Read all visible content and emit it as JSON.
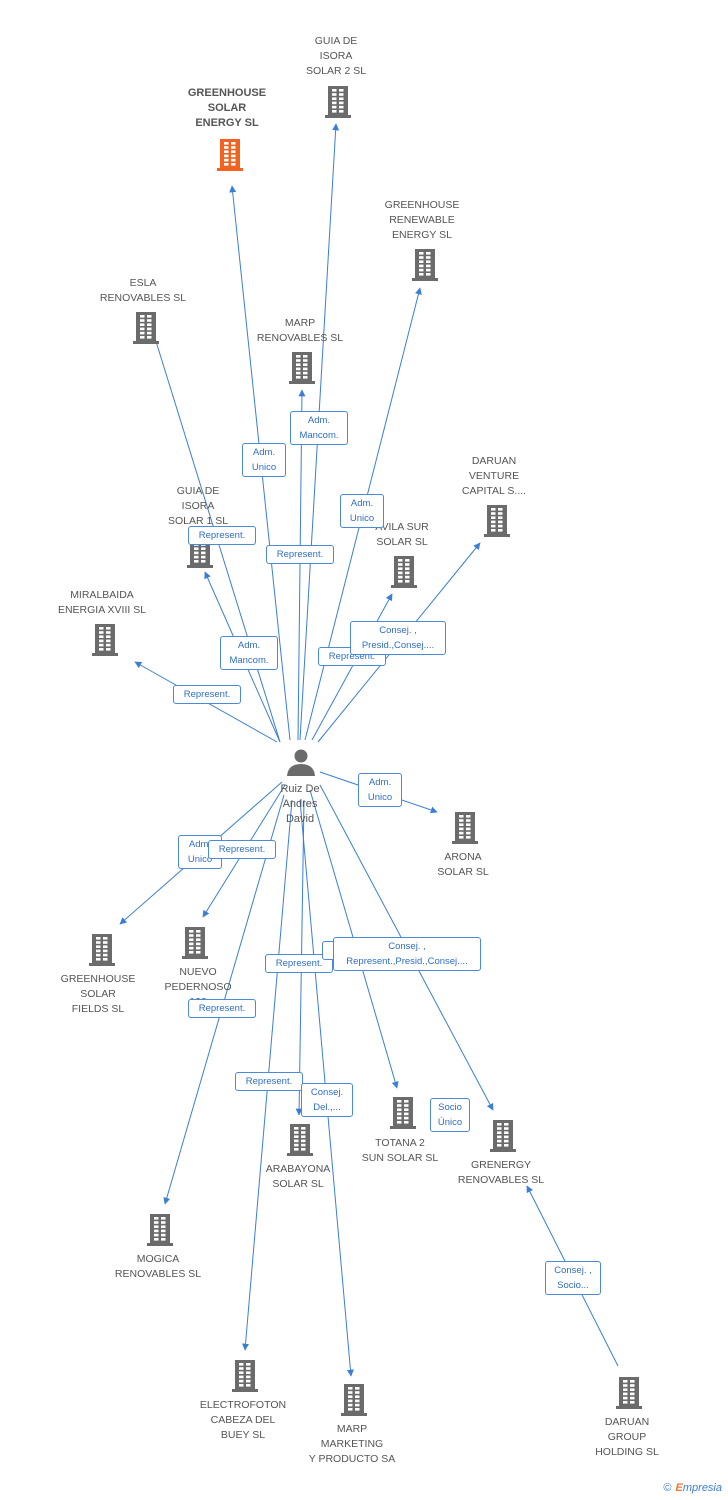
{
  "person": {
    "label": "Ruiz De\nAndres\nDavid"
  },
  "colors": {
    "edge": "#3a7fd5",
    "building": "#6b6b6b",
    "highlight": "#f26322"
  },
  "nodes": [
    {
      "id": "guia2",
      "label": "GUIA DE\nISORA\nSOLAR 2 SL",
      "icon": "building-icon"
    },
    {
      "id": "greenhouse_solar",
      "label": "GREENHOUSE\nSOLAR\nENERGY SL",
      "icon": "building-icon",
      "highlight": true
    },
    {
      "id": "greenhouse_renew",
      "label": "GREENHOUSE\nRENEWABLE\nENERGY SL",
      "icon": "building-icon"
    },
    {
      "id": "esla",
      "label": "ESLA\nRENOVABLES SL",
      "icon": "building-icon"
    },
    {
      "id": "marp_renov",
      "label": "MARP\nRENOVABLES SL",
      "icon": "building-icon"
    },
    {
      "id": "daruan_venture",
      "label": "DARUAN\nVENTURE\nCAPITAL S....",
      "icon": "building-icon"
    },
    {
      "id": "guia1",
      "label": "GUIA DE\nISORA\nSOLAR 1 SL",
      "icon": "building-icon"
    },
    {
      "id": "avila",
      "label": "AVILA SUR\nSOLAR SL",
      "icon": "building-icon"
    },
    {
      "id": "miralbaida",
      "label": "MIRALBAIDA\nENERGIA XVIII SL",
      "icon": "building-icon"
    },
    {
      "id": "arona",
      "label": "ARONA\nSOLAR SL",
      "icon": "building-icon"
    },
    {
      "id": "greenhouse_fields",
      "label": "GREENHOUSE\nSOLAR\nFIELDS SL",
      "icon": "building-icon"
    },
    {
      "id": "nuevo",
      "label": "NUEVO\nPEDERNOSO\n100",
      "icon": "building-icon"
    },
    {
      "id": "totana",
      "label": "TOTANA 2\nSUN SOLAR SL",
      "icon": "building-icon"
    },
    {
      "id": "grenergy",
      "label": "GRENERGY\nRENOVABLES SL",
      "icon": "building-icon"
    },
    {
      "id": "arabayona",
      "label": "ARABAYONA\nSOLAR SL",
      "icon": "building-icon"
    },
    {
      "id": "mogica",
      "label": "MOGICA\nRENOVABLES SL",
      "icon": "building-icon"
    },
    {
      "id": "electrofoton",
      "label": "ELECTROFOTON\nCABEZA DEL\nBUEY SL",
      "icon": "building-icon"
    },
    {
      "id": "marp_marketing",
      "label": "MARP\nMARKETING\nY PRODUCTO SA",
      "icon": "building-icon"
    },
    {
      "id": "daruan_group",
      "label": "DARUAN\nGROUP\nHOLDING  SL",
      "icon": "building-icon"
    }
  ],
  "edge_labels": [
    {
      "id": "e_guia2",
      "label": "Adm.\nMancom."
    },
    {
      "id": "e_gsolar",
      "label": "Adm.\nUnico"
    },
    {
      "id": "e_grenew",
      "label": "Adm.\nUnico"
    },
    {
      "id": "e_guia1",
      "label": "Represent."
    },
    {
      "id": "e_marp",
      "label": "Represent."
    },
    {
      "id": "e_esla",
      "label": "Adm.\nMancom."
    },
    {
      "id": "e_avila",
      "label": "Represent."
    },
    {
      "id": "e_daruanv",
      "label": "Consej. ,\nPresid.,Consej...."
    },
    {
      "id": "e_miral",
      "label": "Represent."
    },
    {
      "id": "e_arona",
      "label": "Adm.\nUnico"
    },
    {
      "id": "e_ghfields",
      "label": "Adm.\nUnico"
    },
    {
      "id": "e_nuevo",
      "label": "Represent."
    },
    {
      "id": "e_arab",
      "label": "Represent."
    },
    {
      "id": "e_totana",
      "label": "Represent."
    },
    {
      "id": "e_grenergy",
      "label": "Consej. ,\nRepresent.,Presid.,Consej...."
    },
    {
      "id": "e_mogica",
      "label": "Represent."
    },
    {
      "id": "e_electro",
      "label": "Represent."
    },
    {
      "id": "e_marpmk",
      "label": "Consej.\nDel.,..."
    },
    {
      "id": "e_socio",
      "label": "Socio\nÚnico"
    },
    {
      "id": "e_daruang",
      "label": "Consej. ,\nSocio..."
    }
  ],
  "footer": {
    "copyright": "©",
    "brand_initial": "E",
    "brand_rest": "mpresia"
  }
}
